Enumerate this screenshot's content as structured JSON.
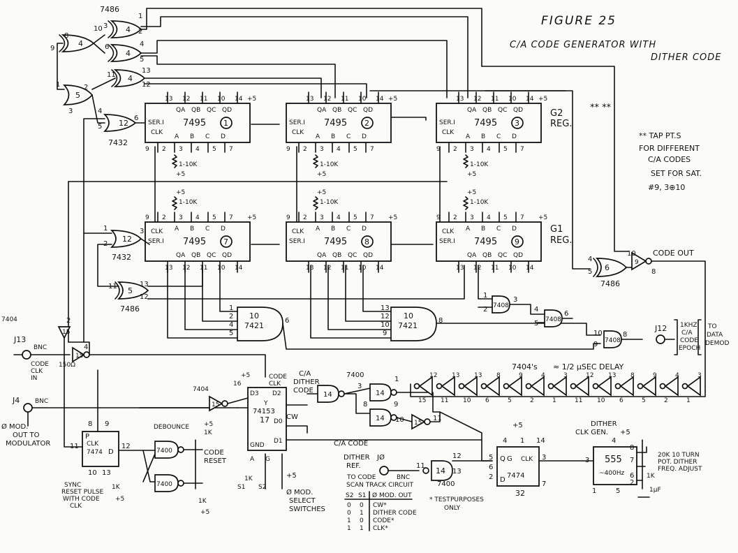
{
  "title": {
    "figure": "FIGURE 25",
    "line1": "C/A CODE GENERATOR WITH",
    "line2": "DITHER CODE"
  },
  "notes": {
    "tap_marks": "** **",
    "tap_note": [
      "** TAP PT.S",
      "FOR DIFFERENT",
      "C/A CODES",
      "SET FOR SAT.",
      "#9, 3⊕10"
    ],
    "test_note": [
      "* TEST",
      "PURPOSES",
      "ONLY"
    ]
  },
  "registers": {
    "g2_label": [
      "G2",
      "REG."
    ],
    "g1_label": [
      "G1",
      "REG."
    ],
    "chip": "7495",
    "top_pins": [
      "QA",
      "QB",
      "QC",
      "QD"
    ],
    "bottom_pins": [
      "A",
      "B",
      "C",
      "D"
    ],
    "ser": "SER.I",
    "clk": "CLK",
    "numbers": [
      "1",
      "2",
      "3",
      "7",
      "8",
      "9"
    ],
    "pullup": "1-10K",
    "plus5": "+5"
  },
  "gates": {
    "g7486": "7486",
    "g7432": "7432",
    "g7421": "7421",
    "g7408": "7408",
    "g7404": "7404",
    "g7400": "7400",
    "g7404s": "7404's",
    "g74153": "74153",
    "g7474": "7474",
    "g555": "555",
    "g555_freq": "~400Hz"
  },
  "labels": {
    "code_out": "CODE OUT",
    "j12": "J12",
    "epoch": [
      "1KHZ",
      "C/A",
      "CODE",
      "EPOCH"
    ],
    "to_data": [
      "TO",
      "DATA",
      "DEMOD"
    ],
    "j13": "J13",
    "bnc": "BNC",
    "code_clk_in": [
      "CODE",
      "CLK",
      "IN"
    ],
    "res150": "150Ω",
    "j4": "J4",
    "mod_out": [
      "Ø MOD.",
      "OUT TO",
      "MODULATOR"
    ],
    "sync": [
      "SYNC",
      "RESET PULSE",
      "WITH CODE",
      "CLK"
    ],
    "debounce": "DEBOUNCE",
    "code_reset": [
      "CODE",
      "RESET"
    ],
    "mod_select": [
      "Ø MOD.",
      "SELECT",
      "SWITCHES"
    ],
    "ca_dither": [
      "C/A",
      "DITHER",
      "CODE"
    ],
    "delay": "≈ 1/2 μSEC DELAY",
    "code_clk": [
      "CODE",
      "CLK"
    ],
    "cw": "CW",
    "ca_code": "C/A CODE",
    "dither_ref": [
      "DITHER",
      "REF."
    ],
    "j0": "JØ",
    "to_scan": [
      "TO CODE",
      "SCAN TRACK CIRCUIT"
    ],
    "dither_gen": [
      "DITHER",
      "CLK GEN."
    ],
    "pot": [
      "20K 10 TURN",
      "POT. DITHER",
      "FREQ. ADJUST"
    ],
    "cap": "1μF",
    "onek": "1K",
    "gnd": "GND"
  },
  "truth_table": {
    "header": [
      "S2",
      "S1",
      "Ø MOD. OUT"
    ],
    "rows": [
      [
        "0",
        "0",
        "CW*"
      ],
      [
        "0",
        "1",
        "DITHER CODE"
      ],
      [
        "1",
        "0",
        "CODE*"
      ],
      [
        "1",
        "1",
        "CLK*"
      ]
    ]
  },
  "pin_text": {
    "sr_top": [
      "13",
      "12",
      "11",
      "10",
      "14"
    ],
    "sr_bot": [
      "9",
      "2",
      "3",
      "4",
      "5",
      "7"
    ],
    "xor_top": [
      "1",
      "2",
      "3",
      "4",
      "5",
      "6",
      "8",
      "9",
      "10",
      "11",
      "12",
      "13"
    ]
  }
}
